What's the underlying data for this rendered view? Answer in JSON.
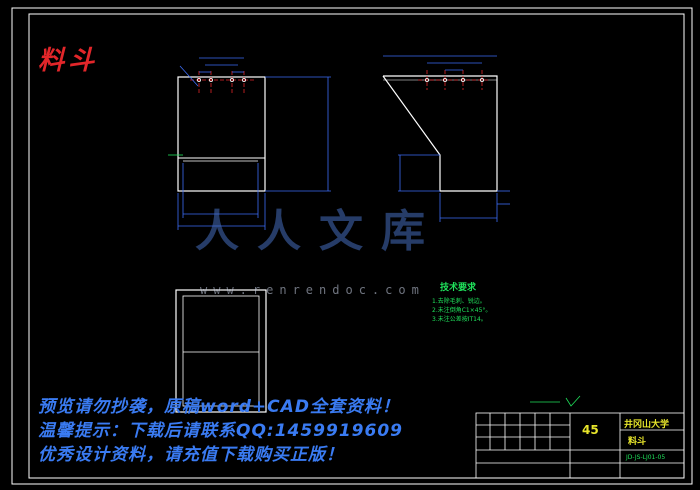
{
  "drawing": {
    "part_name_stamp": "料斗",
    "notice_lines": [
      "预览请勿抄袭，原稿word+CAD全套资料！",
      "温馨提示：下载后请联系QQ:1459919609",
      "优秀设计资料，请充值下载购买正版！"
    ],
    "watermark": "人人文库",
    "watermark_url": "www.renrendoc.com",
    "tech_requirements": {
      "title": "技术要求",
      "items": [
        "1.去除毛刺、锐边。",
        "2.未注倒角C1×45°。",
        "3.未注公差按IT14。"
      ]
    },
    "title_block": {
      "material": "45",
      "school": "井冈山大学",
      "part": "料斗",
      "drawing_no": "JD-JS-LJ01-05"
    },
    "colors": {
      "background": "#000000",
      "outline": "#ffffff",
      "dimension": "#3b6cf5",
      "center": "#e2262a",
      "extension": "#1fe25b",
      "title_text": "#e7e52b"
    }
  }
}
